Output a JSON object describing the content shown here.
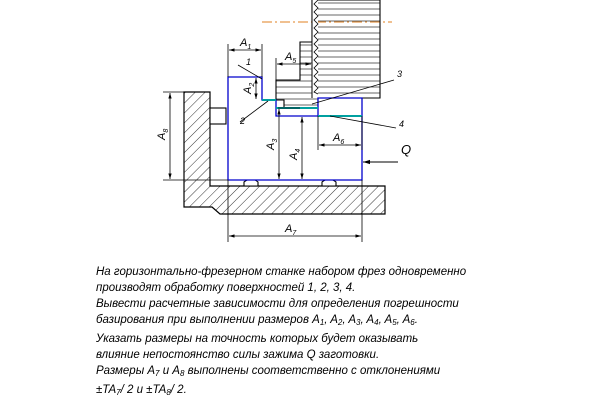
{
  "diagram": {
    "labels": {
      "a1": "A",
      "a1_sub": "1",
      "a2": "A",
      "a2_sub": "2",
      "a3": "A",
      "a3_sub": "3",
      "a4": "A",
      "a4_sub": "4",
      "a5": "A",
      "a5_sub": "5",
      "a6": "A",
      "a6_sub": "6",
      "a7": "A",
      "a7_sub": "7",
      "a8": "A",
      "a8_sub": "8",
      "surf1": "1",
      "surf2": "2",
      "surf3": "3",
      "surf4": "4",
      "force": "Q"
    },
    "colors": {
      "workpiece": "#0000cc",
      "surface": "#00a0a0",
      "axis": "#e08020",
      "lines": "#000000"
    }
  },
  "text": {
    "line1": "На горизонтально-фрезерном станке набором фрез одновременно",
    "line2": "производят обработку поверхностей 1, 2, 3, 4.",
    "line3": "Вывести расчетные зависимости для определения погрешности",
    "line4_pre": "базирования при выполнении размеров A",
    "line4_subs": [
      "1",
      "2",
      "3",
      "4",
      "5",
      "6"
    ],
    "line5": "Указать размеры на точность которых будет оказывать",
    "line6": "влияние непостоянство силы зажима Q заготовки.",
    "line7_a": "Размеры A",
    "line7_sub1": "7",
    "line7_mid": " и A",
    "line7_sub2": "8",
    "line7_end": " выполнены соответственно с отклонениями",
    "line8_a": "±TA",
    "line8_sub1": "7",
    "line8_mid": "/ 2 и ±TA",
    "line8_sub2": "8",
    "line8_end": "/ 2."
  }
}
